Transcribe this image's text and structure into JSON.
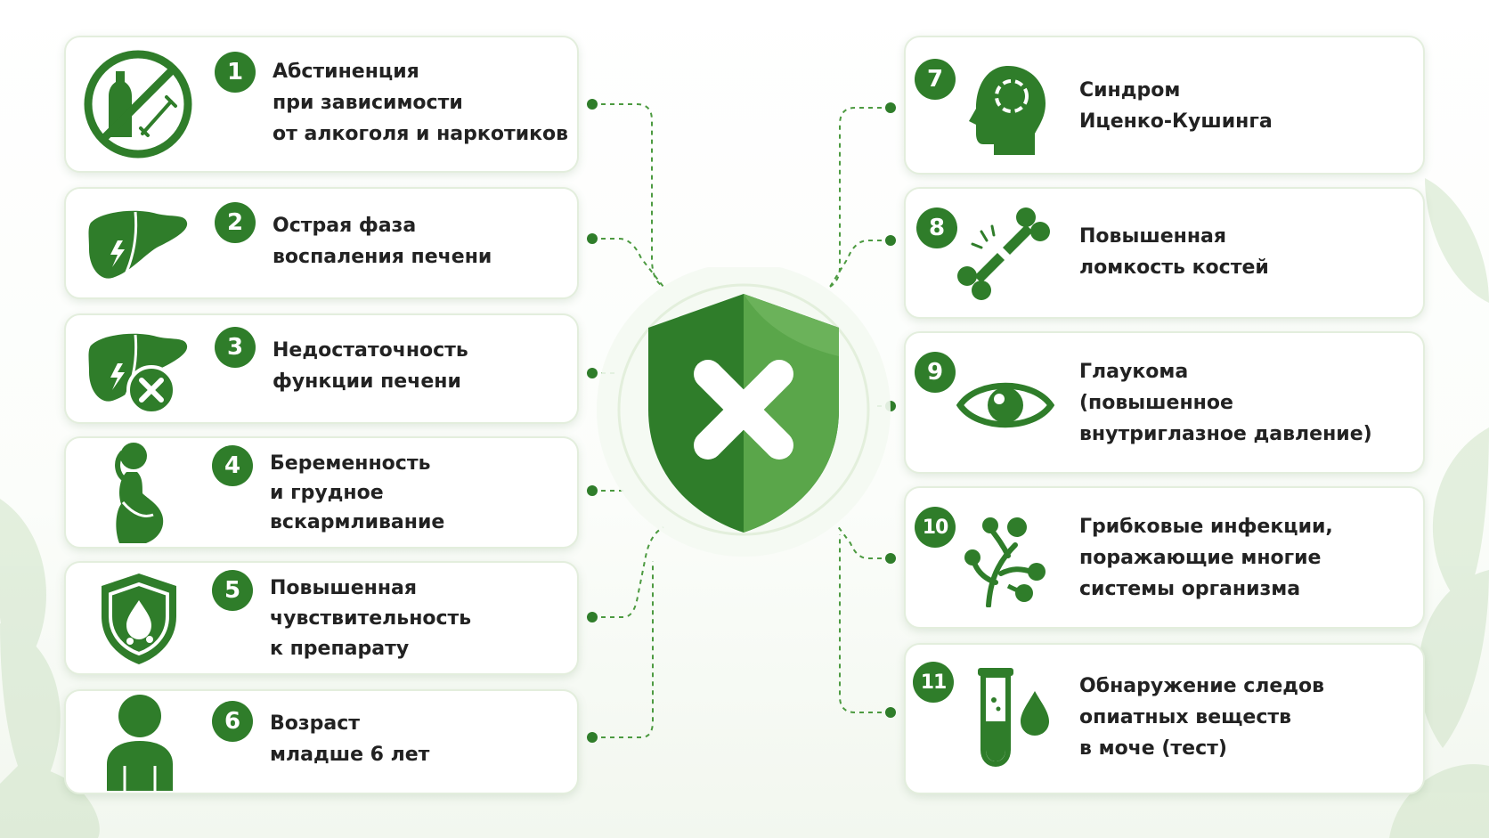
{
  "colors": {
    "primary_green": "#2f7d2a",
    "light_green": "#5aa64a",
    "dark_green": "#1f5c1b",
    "card_border": "#e3eedd",
    "text": "#222222"
  },
  "center": {
    "icon": "shield-cross-icon"
  },
  "items": [
    {
      "number": "1",
      "icon": "no-alcohol-drugs-icon",
      "lines": [
        "Абстиненция",
        "при зависимости",
        "от алкоголя и наркотиков"
      ]
    },
    {
      "number": "2",
      "icon": "liver-inflammation-icon",
      "lines": [
        "Острая фаза",
        "воспаления печени"
      ]
    },
    {
      "number": "3",
      "icon": "liver-failure-icon",
      "lines": [
        "Недостаточность",
        "функции печени"
      ]
    },
    {
      "number": "4",
      "icon": "pregnant-woman-icon",
      "lines": [
        "Беременность",
        "и грудное",
        "вскармливание"
      ]
    },
    {
      "number": "5",
      "icon": "allergy-shield-icon",
      "lines": [
        "Повышенная",
        "чувствительность",
        "к препарату"
      ]
    },
    {
      "number": "6",
      "icon": "child-icon",
      "lines": [
        "Возраст",
        "младше 6 лет"
      ]
    },
    {
      "number": "7",
      "icon": "head-profile-icon",
      "lines": [
        "Синдром",
        "Иценко-Кушинга"
      ]
    },
    {
      "number": "8",
      "icon": "broken-bone-icon",
      "lines": [
        "Повышенная",
        "ломкость костей"
      ]
    },
    {
      "number": "9",
      "icon": "eye-icon",
      "lines": [
        "Глаукома",
        "(повышенное",
        "внутриглазное давление)"
      ]
    },
    {
      "number": "10",
      "icon": "fungus-icon",
      "lines": [
        "Грибковые инфекции,",
        "поражающие многие",
        "системы организма"
      ]
    },
    {
      "number": "11",
      "icon": "test-tube-drop-icon",
      "lines": [
        "Обнаружение следов",
        "опиатных веществ",
        "в моче (тест)"
      ]
    }
  ]
}
